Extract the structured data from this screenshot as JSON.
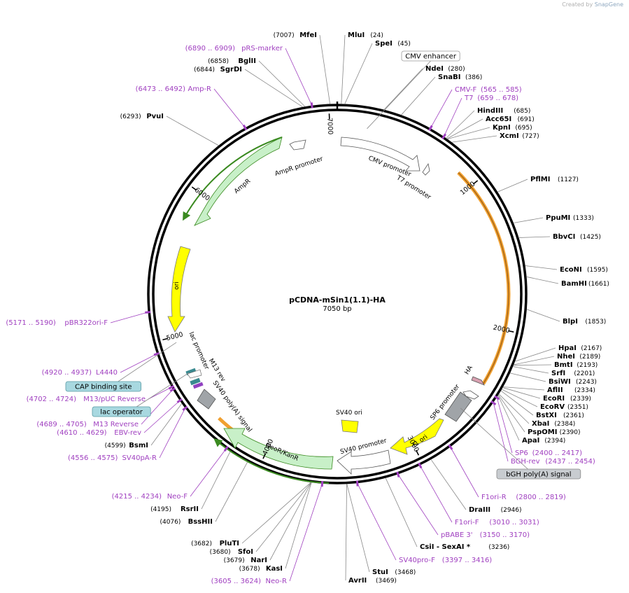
{
  "credit": {
    "created_by": "Created by",
    "app": "SnapGene"
  },
  "plasmid": {
    "name": "pCDNA-mSin1(1.1)-HA",
    "length": "7050 bp",
    "total_bp": 7050
  },
  "ring_ticks": [
    "1000",
    "2000",
    "3000",
    "4000",
    "5000",
    "6000",
    "7000"
  ],
  "enzymes": [
    {
      "name": "MfeI",
      "pos": "(7007)",
      "bp": 7007
    },
    {
      "name": "MluI",
      "pos": "(24)",
      "bp": 24
    },
    {
      "name": "SpeI",
      "pos": "(45)",
      "bp": 45
    },
    {
      "name": "NdeI",
      "pos": "(280)",
      "bp": 280
    },
    {
      "name": "SnaBI",
      "pos": "(386)",
      "bp": 386
    },
    {
      "name": "HindIII",
      "pos": "(685)",
      "bp": 685
    },
    {
      "name": "Acc65I",
      "pos": "(691)",
      "bp": 691
    },
    {
      "name": "KpnI",
      "pos": "(695)",
      "bp": 695
    },
    {
      "name": "XcmI",
      "pos": "(727)",
      "bp": 727
    },
    {
      "name": "PflMI",
      "pos": "(1127)",
      "bp": 1127
    },
    {
      "name": "PpuMI",
      "pos": "(1333)",
      "bp": 1333
    },
    {
      "name": "BbvCI",
      "pos": "(1425)",
      "bp": 1425
    },
    {
      "name": "EcoNI",
      "pos": "(1595)",
      "bp": 1595
    },
    {
      "name": "BamHI",
      "pos": "(1661)",
      "bp": 1661
    },
    {
      "name": "BlpI",
      "pos": "(1853)",
      "bp": 1853
    },
    {
      "name": "HpaI",
      "pos": "(2167)",
      "bp": 2167
    },
    {
      "name": "NheI",
      "pos": "(2189)",
      "bp": 2189
    },
    {
      "name": "BmtI",
      "pos": "(2193)",
      "bp": 2193
    },
    {
      "name": "SrfI",
      "pos": "(2201)",
      "bp": 2201
    },
    {
      "name": "BsiWI",
      "pos": "(2243)",
      "bp": 2243
    },
    {
      "name": "AflII",
      "pos": "(2334)",
      "bp": 2334
    },
    {
      "name": "EcoRI",
      "pos": "(2339)",
      "bp": 2339
    },
    {
      "name": "EcoRV",
      "pos": "(2351)",
      "bp": 2351
    },
    {
      "name": "BstXI",
      "pos": "(2361)",
      "bp": 2361
    },
    {
      "name": "XbaI",
      "pos": "(2384)",
      "bp": 2384
    },
    {
      "name": "PspOMI",
      "pos": "(2390)",
      "bp": 2390
    },
    {
      "name": "ApaI",
      "pos": "(2394)",
      "bp": 2394
    },
    {
      "name": "DraIII",
      "pos": "(2946)",
      "bp": 2946
    },
    {
      "name": "CsiI - SexAI *",
      "pos": "(3236)",
      "bp": 3236
    },
    {
      "name": "StuI",
      "pos": "(3468)",
      "bp": 3468
    },
    {
      "name": "AvrII",
      "pos": "(3469)",
      "bp": 3469
    },
    {
      "name": "KasI",
      "pos": "(3678)",
      "bp": 3678
    },
    {
      "name": "NarI",
      "pos": "(3679)",
      "bp": 3679
    },
    {
      "name": "SfoI",
      "pos": "(3680)",
      "bp": 3680
    },
    {
      "name": "PluTI",
      "pos": "(3682)",
      "bp": 3682
    },
    {
      "name": "BssHII",
      "pos": "(4076)",
      "bp": 4076
    },
    {
      "name": "RsrII",
      "pos": "(4195)",
      "bp": 4195
    },
    {
      "name": "BsmI",
      "pos": "(4599)",
      "bp": 4599
    },
    {
      "name": "PvuI",
      "pos": "(6293)",
      "bp": 6293
    },
    {
      "name": "SgrDI",
      "pos": "(6844)",
      "bp": 6844
    },
    {
      "name": "BglII",
      "pos": "(6858)",
      "bp": 6858
    }
  ],
  "primers": [
    {
      "name": "pRS-marker",
      "range": "(6890 .. 6909)",
      "bp": 6900
    },
    {
      "name": "Amp-R",
      "range": "(6473 .. 6492)",
      "bp": 6482
    },
    {
      "name": "CMV-F",
      "range": "(565 .. 585)",
      "bp": 575
    },
    {
      "name": "T7",
      "range": "(659 .. 678)",
      "bp": 668
    },
    {
      "name": "pBR322ori-F",
      "range": "(5171 .. 5190)",
      "bp": 5180
    },
    {
      "name": "L4440",
      "range": "(4920 .. 4937)",
      "bp": 4928
    },
    {
      "name": "M13/pUC Reverse",
      "range": "(4702 .. 4724)",
      "bp": 4713
    },
    {
      "name": "M13 Reverse",
      "range": "(4689 .. 4705)",
      "bp": 4697
    },
    {
      "name": "EBV-rev",
      "range": "(4610 .. 4629)",
      "bp": 4620
    },
    {
      "name": "SV40pA-R",
      "range": "(4556 .. 4575)",
      "bp": 4565
    },
    {
      "name": "Neo-F",
      "range": "(4215 .. 4234)",
      "bp": 4224
    },
    {
      "name": "Neo-R",
      "range": "(3605 .. 3624)",
      "bp": 3614
    },
    {
      "name": "SV40pro-F",
      "range": "(3397 .. 3416)",
      "bp": 3406
    },
    {
      "name": "pBABE 3'",
      "range": "(3150 .. 3170)",
      "bp": 3160
    },
    {
      "name": "F1ori-F",
      "range": "(3010 .. 3031)",
      "bp": 3020
    },
    {
      "name": "F1ori-R",
      "range": "(2800 .. 2819)",
      "bp": 2810
    },
    {
      "name": "SP6",
      "range": "(2400 .. 2417)",
      "bp": 2408
    },
    {
      "name": "BGH-rev",
      "range": "(2437 .. 2454)",
      "bp": 2445
    }
  ],
  "boxed_features": [
    {
      "name": "CMV enhancer",
      "style": "white"
    },
    {
      "name": "CAP binding site",
      "style": "teal"
    },
    {
      "name": "lac operator",
      "style": "teal"
    },
    {
      "name": "bGH poly(A) signal",
      "style": "gray"
    }
  ],
  "features": [
    {
      "name": "AmpR promoter"
    },
    {
      "name": "AmpR"
    },
    {
      "name": "ori"
    },
    {
      "name": "CMV promoter"
    },
    {
      "name": "T7 promoter"
    },
    {
      "name": "lac promoter"
    },
    {
      "name": "M13 rev"
    },
    {
      "name": "SV40 poly(A) signal"
    },
    {
      "name": "NeoR/KanR"
    },
    {
      "name": "SV40 ori"
    },
    {
      "name": "SV40 promoter"
    },
    {
      "name": "f1 ori"
    },
    {
      "name": "SP6 promoter"
    },
    {
      "name": "HA"
    }
  ],
  "colors": {
    "primer": "#a040c0",
    "ampr": "#c8f0c8",
    "ampr_stroke": "#3a8a20",
    "ori": "#ffff00",
    "insert": "#f0a030",
    "promoter": "#ffffff",
    "polya": "#a0a4a8",
    "teal": "#a8d8e0",
    "ha": "#d8a0b0"
  }
}
